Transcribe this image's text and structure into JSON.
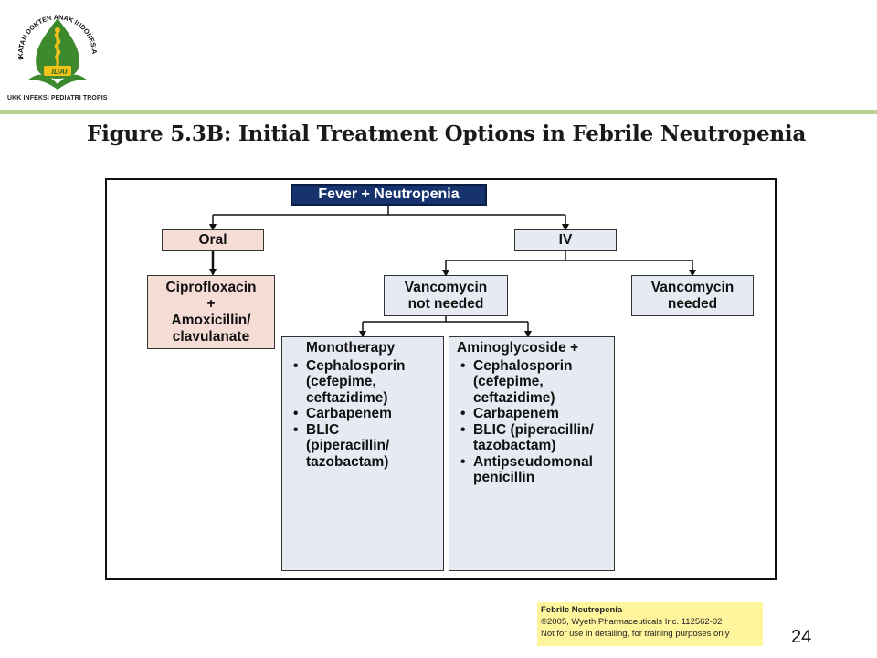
{
  "header": {
    "logo_ring_text": "IKATAN DOKTER ANAK INDONESIA",
    "logo_badge": "IDAI",
    "logo_caption": "UKK INFEKSI PEDIATRI TROPIS"
  },
  "figure": {
    "title": "Figure 5.3B:  Initial Treatment Options in Febrile Neutropenia"
  },
  "nodes": {
    "fever": "Fever + Neutropenia",
    "oral": "Oral",
    "iv": "IV",
    "cipro": [
      "Ciprofloxacin",
      "+",
      "Amoxicillin/",
      "clavulanate"
    ],
    "vanco_not_needed": [
      "Vancomycin",
      "not needed"
    ],
    "vanco_needed": [
      "Vancomycin",
      "needed"
    ],
    "monotherapy": {
      "title": "Monotherapy",
      "items": [
        [
          "Cephalosporin",
          "(cefepime,",
          "ceftazidime)"
        ],
        [
          "Carbapenem"
        ],
        [
          "BLIC",
          "(piperacillin/",
          "tazobactam)"
        ]
      ]
    },
    "aminoglycoside": {
      "title": "Aminoglycoside +",
      "items": [
        [
          "Cephalosporin",
          "(cefepime,",
          "ceftazidime)"
        ],
        [
          "Carbapenem"
        ],
        [
          "BLIC (piperacillin/",
          "tazobactam)"
        ],
        [
          "Antipseudomonal",
          "penicillin"
        ]
      ]
    }
  },
  "caption": {
    "title": "Febrile Neutropenia",
    "line1": "©2005, Wyeth Pharmaceuticals Inc. 112562-02",
    "line2": "Not for use in detailing, for training purposes only"
  },
  "page_number": "24",
  "colors": {
    "fever_fill": "#17336e",
    "oral_fill": "#f5ddd6",
    "iv_fill": "#e6ebf3",
    "rule": "#b9cf8e",
    "logo_green": "#3d8a2e",
    "logo_yellow": "#f2c21b",
    "caption_fill": "#fff59d"
  }
}
